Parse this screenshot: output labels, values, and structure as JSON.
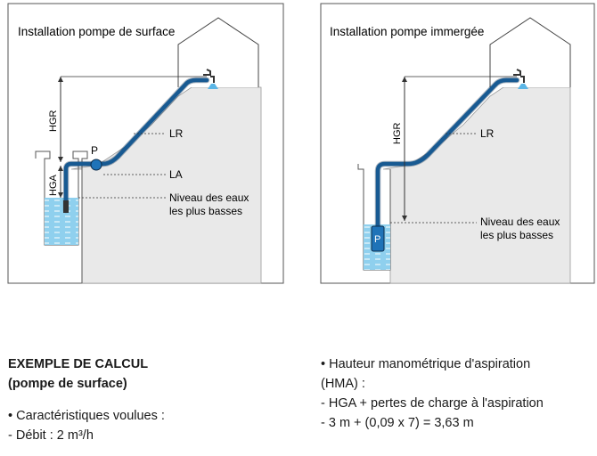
{
  "panel_left": {
    "title": "Installation pompe de surface",
    "label_hgr": "HGR",
    "label_hga": "HGA",
    "label_lr": "LR",
    "label_la": "LA",
    "label_pump": "P",
    "label_water_1": "Niveau des eaux",
    "label_water_2": "les plus basses"
  },
  "panel_right": {
    "title": "Installation pompe immergée",
    "label_hgr": "HGR",
    "label_lr": "LR",
    "label_pump": "P",
    "label_water_1": "Niveau des eaux",
    "label_water_2": "les plus basses"
  },
  "example": {
    "heading_1": "EXEMPLE DE CALCUL",
    "heading_2": "(pompe de surface)",
    "item_1": "• Caractéristiques voulues :",
    "item_2": "- Débit : 2 m³/h"
  },
  "hma": {
    "line_1": "• Hauteur manométrique d'aspiration",
    "line_2": "(HMA) :",
    "line_3": "- HGA + pertes de charge à l'aspiration",
    "line_4": "- 3 m + (0,09 x 7) = 3,63 m"
  },
  "colors": {
    "water": "#8fd0ee",
    "pipe": "#1f73b8",
    "ground": "#e9e9e9"
  }
}
